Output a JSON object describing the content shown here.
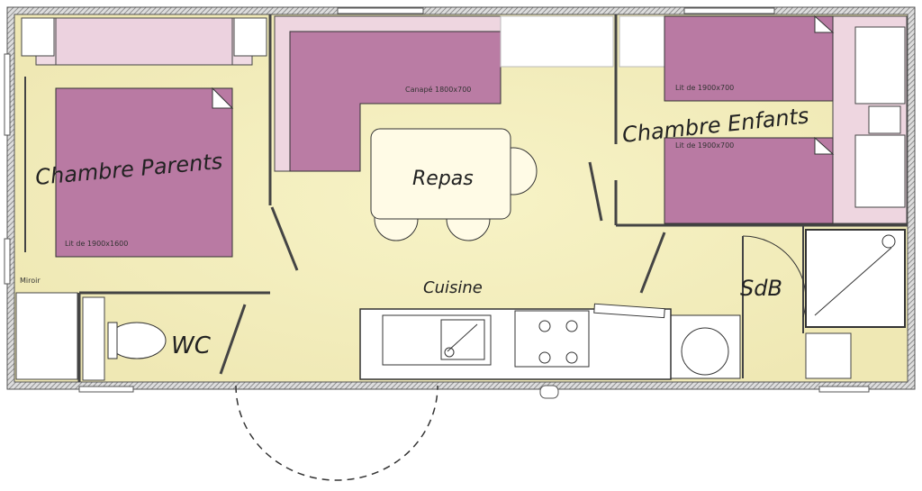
{
  "rooms": {
    "parents": "Chambre Parents",
    "children": "Chambre Enfants",
    "dining": "Repas",
    "kitchen": "Cuisine",
    "wc": "WC",
    "bathroom": "SdB"
  },
  "furniture": {
    "double_bed": "Lit de 1900x1600",
    "sofa": "Canapé 1800x700",
    "single_bed_1": "Lit de 1900x700",
    "single_bed_2": "Lit de 1900x700",
    "mirror": "Miroir"
  },
  "colors": {
    "floor": "#f3efc0",
    "bed": "#b97aa3",
    "light_pink": "#edd3de",
    "wall": "#8a8a8a"
  }
}
